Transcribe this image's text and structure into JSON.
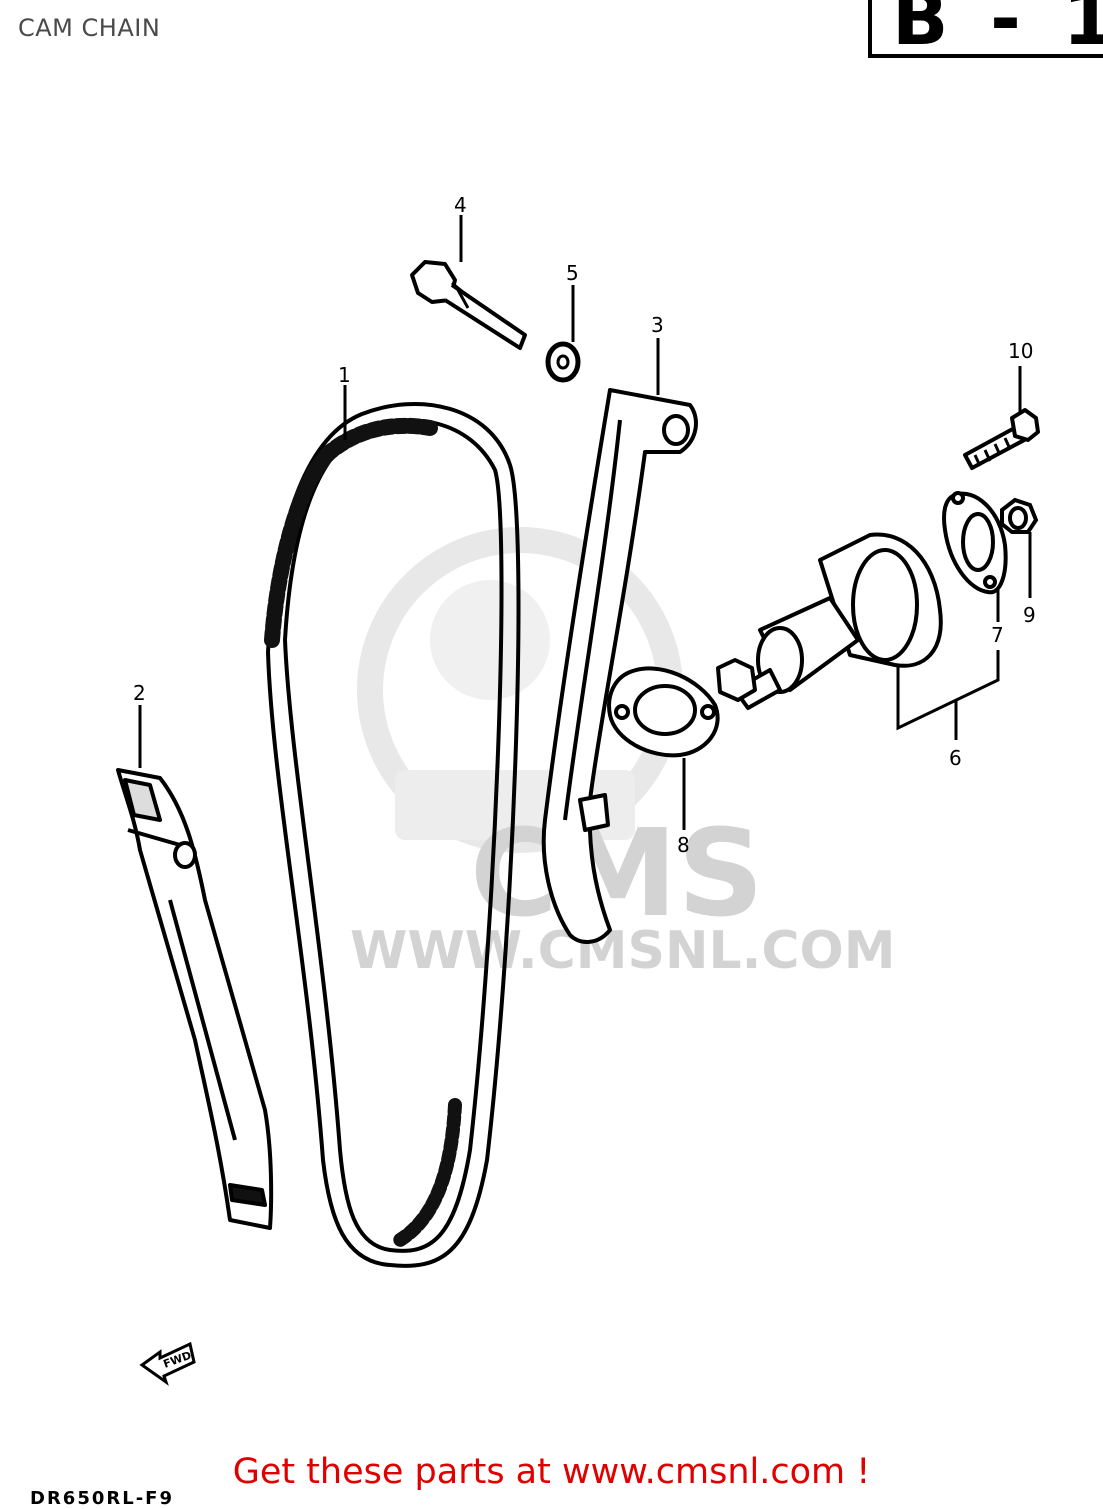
{
  "header": {
    "title": "CAM CHAIN",
    "section_code": "B - 1"
  },
  "watermark": {
    "logo_text": "CMS",
    "site": "WWW.CMSNL.COM"
  },
  "callouts": [
    {
      "id": "1",
      "label": "1"
    },
    {
      "id": "2",
      "label": "2"
    },
    {
      "id": "3",
      "label": "3"
    },
    {
      "id": "4",
      "label": "4"
    },
    {
      "id": "5",
      "label": "5"
    },
    {
      "id": "6",
      "label": "6"
    },
    {
      "id": "7",
      "label": "7"
    },
    {
      "id": "8",
      "label": "8"
    },
    {
      "id": "9",
      "label": "9"
    },
    {
      "id": "10",
      "label": "10"
    }
  ],
  "direction_marker": {
    "label": "FWD"
  },
  "footer": {
    "text": "Get these parts at www.cmsnl.com !",
    "model_code": "DR650RL-F9"
  }
}
